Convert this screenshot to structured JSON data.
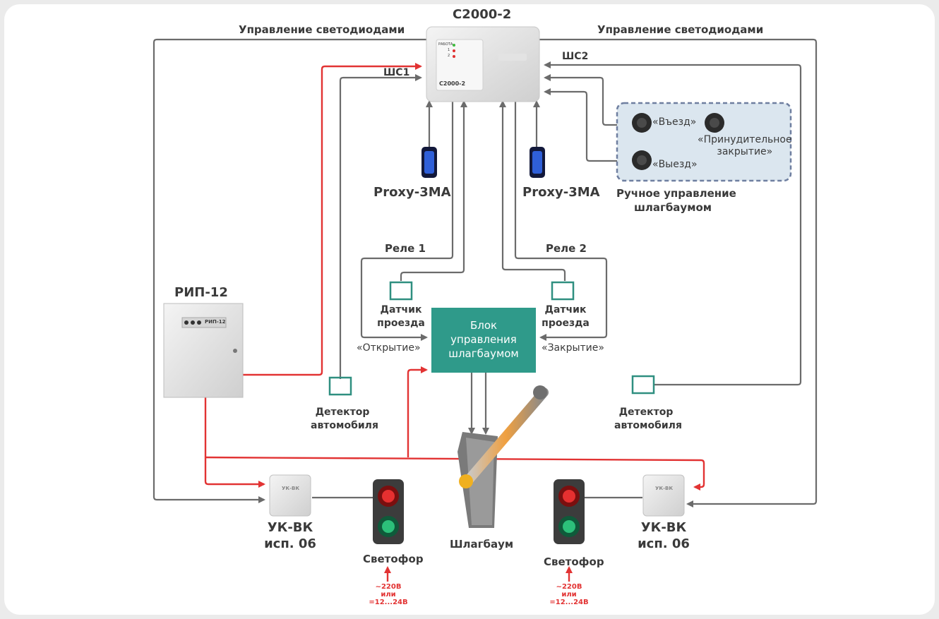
{
  "controller": {
    "title": "С2000-2",
    "panel_text": "С2000-2",
    "led_label": "РАБОТА",
    "led_1": "1",
    "led_2": "2"
  },
  "led_ctrl_left": "Управление светодиодами",
  "led_ctrl_right": "Управление светодиодами",
  "loop1": "ШС1",
  "loop2": "ШС2",
  "reader_left": "Proxy-3MA",
  "reader_right": "Proxy-3MA",
  "manual": {
    "btn_in": "«Въезд»",
    "btn_out": "«Выезд»",
    "btn_force": [
      "«Принудительное",
      "закрытие»"
    ],
    "caption": [
      "Ручное управление",
      "шлагбаумом"
    ]
  },
  "relay1": "Реле 1",
  "relay2": "Реле 2",
  "sensor_left": [
    "Датчик",
    "проезда"
  ],
  "sensor_right": [
    "Датчик",
    "проезда"
  ],
  "open": "«Открытие»",
  "close": "«Закрытие»",
  "block": [
    "Блок",
    "управления",
    "шлагбаумом"
  ],
  "psu": {
    "title": "РИП-12",
    "panel": "РИП-12"
  },
  "detector_left": [
    "Детектор",
    "автомобиля"
  ],
  "detector_right": [
    "Детектор",
    "автомобиля"
  ],
  "barrier": "Шлагбаум",
  "uk_left": {
    "box": "УК-ВК",
    "name": "УК-ВК",
    "version": "исп. 06"
  },
  "uk_right": {
    "box": "УК-ВК",
    "name": "УК-ВК",
    "version": "исп. 06"
  },
  "light_left": "Светофор",
  "light_right": "Светофор",
  "power_left": [
    "~220В",
    "или",
    "=12...24В"
  ],
  "power_right": [
    "~220В",
    "или",
    "=12...24В"
  ],
  "colors": {
    "wire_gray": "#6b6b6b",
    "wire_red": "#e23333",
    "block_teal": "#2f9a8a",
    "sensor_teal": "#2f8f80",
    "manual_bg": "#dbe6ef",
    "manual_border": "#6f7fa0"
  }
}
